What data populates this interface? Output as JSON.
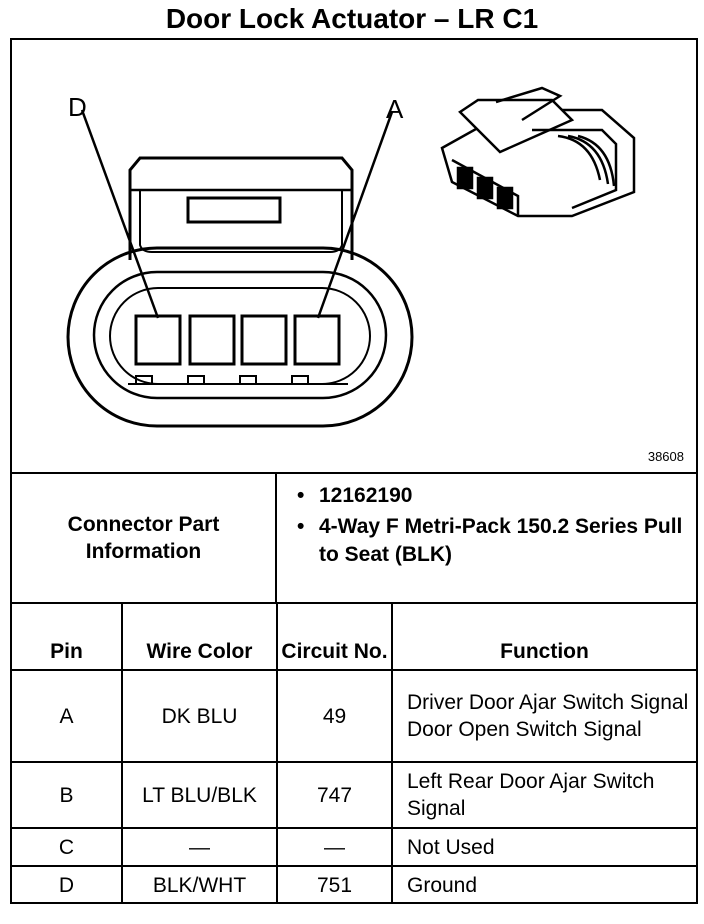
{
  "title": "Door Lock Actuator – LR C1",
  "figure": {
    "pin_labels": [
      "D",
      "A"
    ],
    "figure_number": "38608"
  },
  "connector_info": {
    "label": "Connector Part Information",
    "items": [
      "12162190",
      "4-Way F Metri-Pack 150.2 Series Pull to Seat (BLK)"
    ]
  },
  "pin_table": {
    "headers": [
      "Pin",
      "Wire Color",
      "Circuit No.",
      "Function"
    ],
    "rows": [
      {
        "pin": "A",
        "wire_color": "DK BLU",
        "circuit": "49",
        "function": "Driver Door Ajar Switch Signal Door Open Switch Signal"
      },
      {
        "pin": "B",
        "wire_color": "LT BLU/BLK",
        "circuit": "747",
        "function": "Left Rear Door Ajar Switch Signal"
      },
      {
        "pin": "C",
        "wire_color": "—",
        "circuit": "—",
        "function": "Not Used"
      },
      {
        "pin": "D",
        "wire_color": "BLK/WHT",
        "circuit": "751",
        "function": "Ground"
      }
    ]
  }
}
